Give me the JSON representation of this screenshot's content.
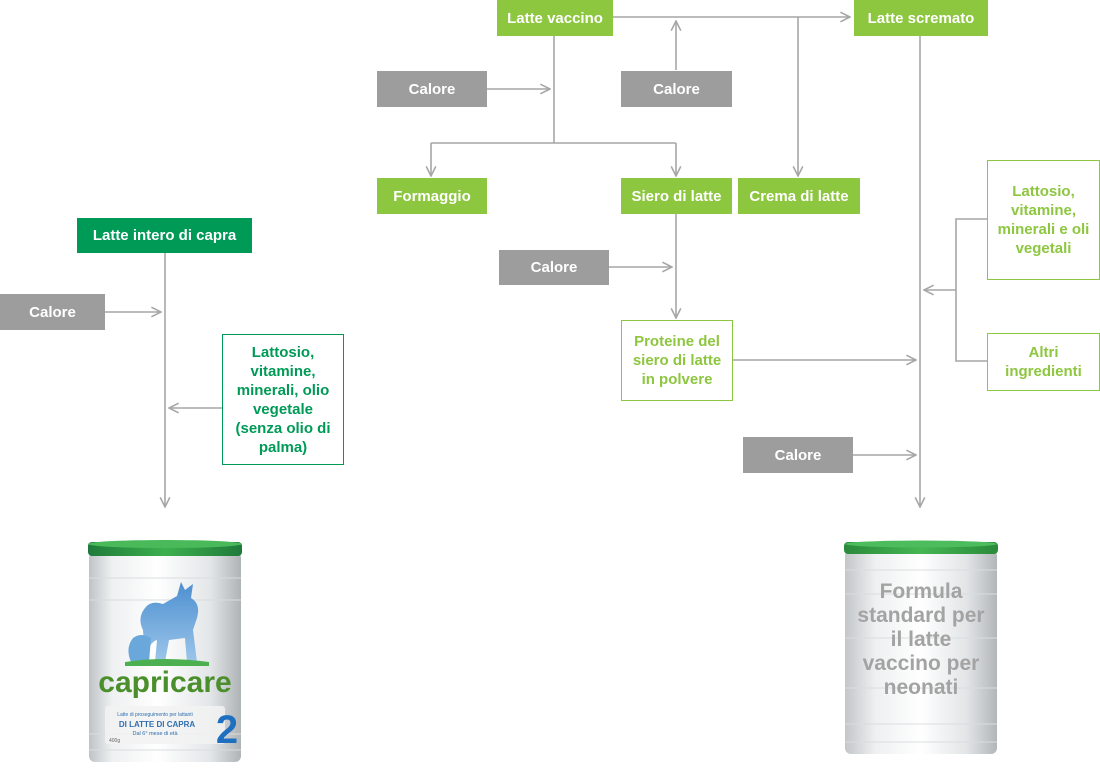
{
  "left_flow": {
    "source": "Latte intero di capra",
    "heat": "Calore",
    "additives": "Lattosio, vitamine, minerali, olio vegetale (senza olio di palma)"
  },
  "right_flow": {
    "cow_milk": "Latte vaccino",
    "skim_milk": "Latte scremato",
    "heat_1": "Calore",
    "heat_2": "Calore",
    "cheese": "Formaggio",
    "whey": "Siero di latte",
    "cream": "Crema di latte",
    "heat_3": "Calore",
    "whey_protein": "Proteine del siero di latte in polvere",
    "additives": "Lattosio, vitamine, minerali e oli vegetali",
    "other_ingredients": "Altri ingredienti",
    "heat_4": "Calore"
  },
  "cans": {
    "capricare": {
      "brand": "capricare",
      "stage": "2",
      "line1": "Latte di proseguimento per lattanti",
      "line2": "DI LATTE DI CAPRA",
      "line3": "Dal 6° mese di età",
      "weight": "400g"
    },
    "standard": {
      "label": "Formula standard per il latte vaccino per neonati"
    }
  },
  "colors": {
    "lime": "#8dc63f",
    "green": "#009a57",
    "gray": "#9d9d9d",
    "arrow": "#a6a6a6"
  }
}
